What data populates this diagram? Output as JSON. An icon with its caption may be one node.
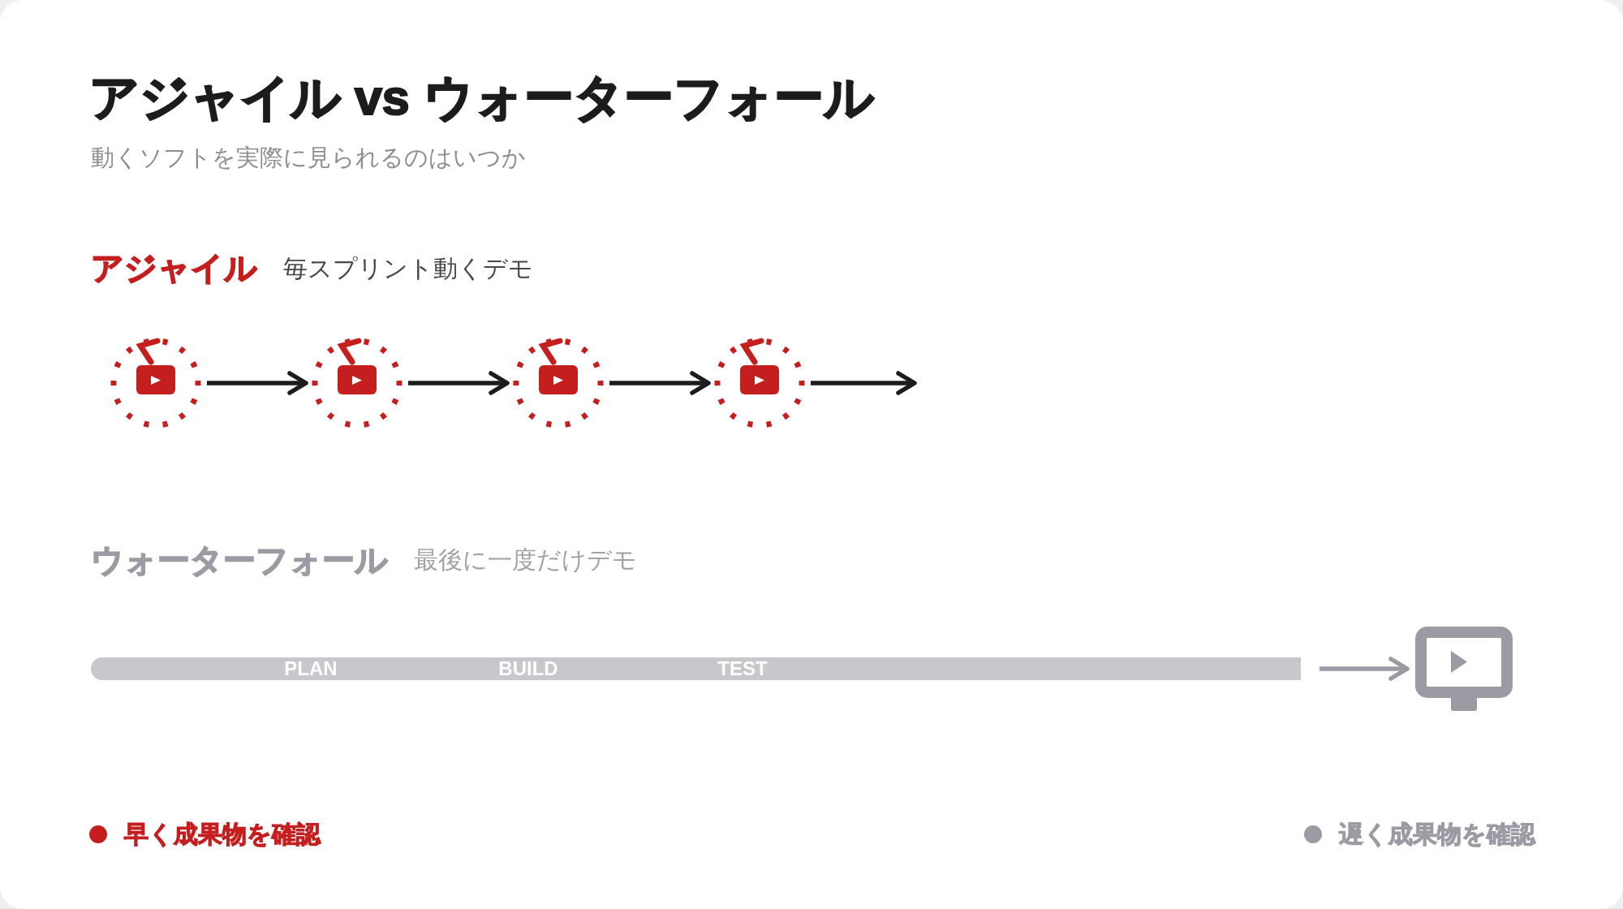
{
  "diagram": {
    "title": "アジャイル vs ウォーターフォール",
    "nodes": [
      {
        "text": [],
        "shape": "circle"
      },
      {
        "text": [],
        "shape": "circle"
      },
      {
        "text": [],
        "shape": "circle"
      },
      {
        "text": [],
        "shape": "circle"
      },
      {
        "text": [
          "PLAN",
          "BUILD",
          "TEST"
        ]
      },
      {
        "text": [],
        "shape": "monitor"
      }
    ],
    "edges": [
      {
        "from": 0,
        "to": 1,
        "arrow": "to"
      },
      {
        "from": 1,
        "to": 2,
        "arrow": "to"
      },
      {
        "from": 2,
        "to": 3,
        "arrow": "to"
      },
      {
        "from": 3,
        "to": null,
        "arrow": "to"
      },
      {
        "from": 4,
        "to": 5,
        "arrow": "to",
        "color": "#9b9ba3"
      }
    ],
    "labels": [
      "動くソフトを実際に見られるのはいつか",
      "アジャイル",
      "毎スプリント動くデモ",
      "ウォーターフォール",
      "最後に一度だけデモ"
    ],
    "legend": [
      {
        "text": "早く成果物を確認",
        "color": "#c41e1e"
      },
      {
        "text": "遅く成果物を確認",
        "color": "#9b9ba3"
      }
    ]
  }
}
